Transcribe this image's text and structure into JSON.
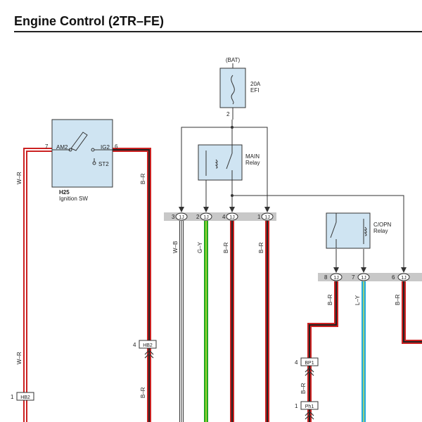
{
  "header": {
    "title": "Engine Control (2TR–FE)"
  },
  "colors": {
    "component_fill": "#cfe4f2",
    "connector_strip": "#c8c8c8",
    "wire_red": "#cc2222",
    "wire_green": "#22aa22",
    "wire_blue": "#22aadd",
    "wire_black": "#222222"
  },
  "fuse": {
    "source": "(BAT)",
    "rating": "20A",
    "name": "EFI",
    "pin": "2"
  },
  "ignition": {
    "code": "H25",
    "name": "Ignition SW",
    "pin_am2": "AM2",
    "pin_ig2": "IG2",
    "pin_st2": "ST2",
    "pin_left_num": "7",
    "pin_right_num": "6"
  },
  "main_relay": {
    "name_line1": "MAIN",
    "name_line2": "Relay"
  },
  "copn_relay": {
    "name_line1": "C/OPN",
    "name_line2": "Relay"
  },
  "connectors_top": [
    {
      "num": "3",
      "code": "1J"
    },
    {
      "num": "2",
      "code": "1J"
    },
    {
      "num": "4",
      "code": "1J"
    },
    {
      "num": "1",
      "code": "1J"
    }
  ],
  "connectors_mid": [
    {
      "num": "8",
      "code": "1J"
    },
    {
      "num": "7",
      "code": "1J"
    },
    {
      "num": "6",
      "code": "1J"
    }
  ],
  "wire_labels": {
    "left_wr_upper": "W–R",
    "left_wr_lower": "W–R",
    "right_br_upper": "B–R",
    "right_br_lower": "B–R",
    "w_b": "W–B",
    "g_y": "G–Y",
    "br_a": "B–R",
    "br_b": "B–R",
    "br_c": "B–R",
    "l_y": "L–Y",
    "br_d": "B–R",
    "br_e": "B–R"
  },
  "splices": {
    "hb2_right": {
      "num": "4",
      "code": "HB2"
    },
    "hb2_left": {
      "num": "1",
      "code": "HB2"
    },
    "bp1": {
      "num": "4",
      "code": "BP1"
    },
    "ph1": {
      "num": "1",
      "code": "Ph1"
    }
  }
}
